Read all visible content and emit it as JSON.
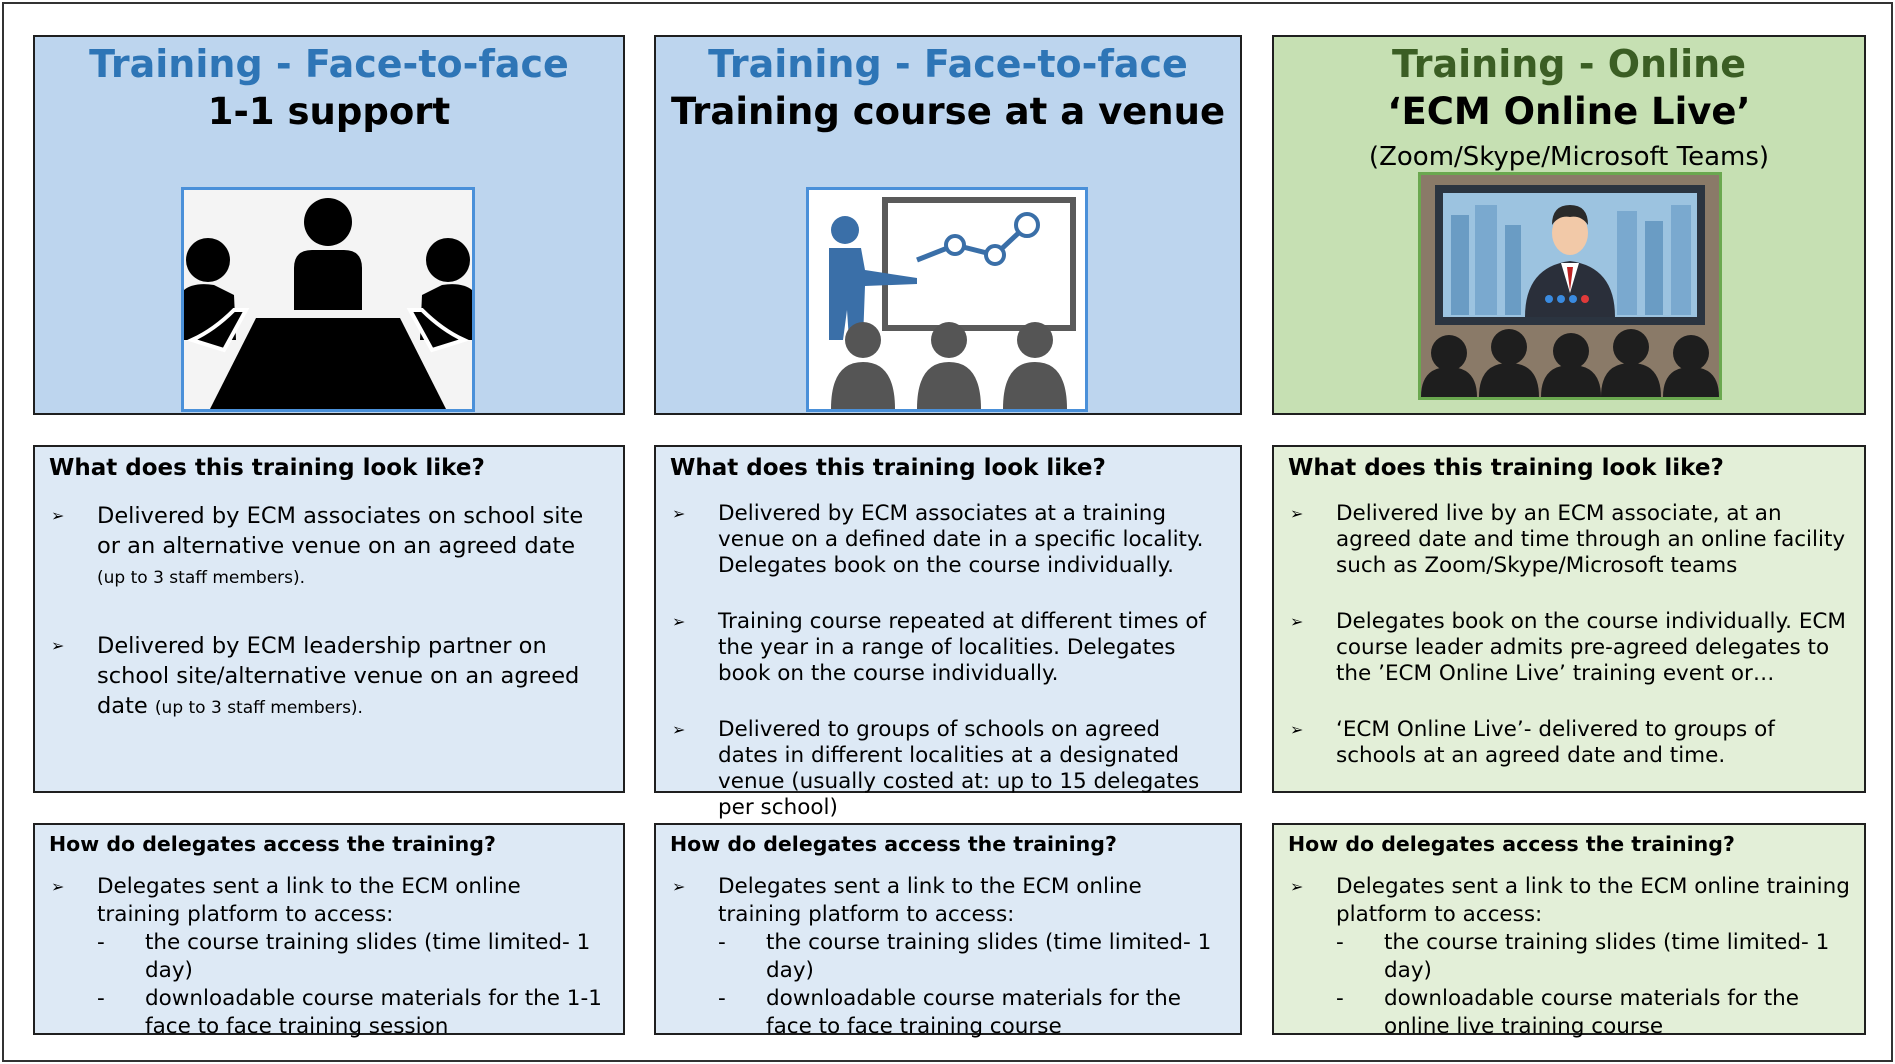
{
  "columns": [
    {
      "title": "Training - Face-to-face",
      "subtitle": "1-1 support",
      "image_icon": "meeting-table-icon",
      "section1_heading": "What does this training look like?",
      "section1_items": [
        {
          "text": "Delivered by ECM associates on school site or an alternative venue on an agreed date",
          "small": "(up to 3 staff members)."
        },
        {
          "text": "Delivered by ECM leadership partner on school site/alternative venue on an agreed date",
          "small": "(up to 3 staff members)."
        }
      ],
      "section2_heading": "How do delegates access the training?",
      "section2_intro": "Delegates sent a link to the ECM online training platform to access:",
      "section2_subitems": [
        "the course training slides (time limited- 1 day)",
        "downloadable course materials for the 1-1 face to face training session"
      ]
    },
    {
      "title": "Training - Face-to-face",
      "subtitle": "Training course at a venue",
      "image_icon": "presenter-chart-icon",
      "section1_heading": "What does this training look like?",
      "section1_items": [
        {
          "text": "Delivered by ECM associates at a training venue on a defined date in a specific locality. Delegates book on the course individually."
        },
        {
          "text": "Training course repeated at different times of the year in a range of localities.  Delegates book on the course individually."
        },
        {
          "text": "Delivered to groups of schools on agreed dates in different localities at a designated venue (usually costed at: up to 15 delegates per school)"
        }
      ],
      "section2_heading": "How do delegates access the training?",
      "section2_intro": "Delegates sent a link to the ECM online training platform to access:",
      "section2_subitems": [
        "the course training slides (time limited- 1 day)",
        "downloadable course materials for the face to face training course"
      ]
    },
    {
      "title": "Training - Online",
      "subtitle": "‘ECM Online Live’",
      "note": "(Zoom/Skype/Microsoft Teams)",
      "image_icon": "video-conference-icon",
      "section1_heading": "What does this training look like?",
      "section1_items": [
        {
          "text": "Delivered live by an ECM associate, at an agreed date and time through an online facility such as Zoom/Skype/Microsoft teams"
        },
        {
          "text": "Delegates book on the course individually. ECM course leader admits pre-agreed delegates to the ’ECM Online Live’ training event or…"
        },
        {
          "text": "‘ECM Online Live’- delivered to groups of schools at an agreed date and time."
        }
      ],
      "section2_heading": "How do delegates access the training?",
      "section2_intro": "Delegates sent a link to the ECM online training platform to access:",
      "section2_subitems": [
        "the course training slides (time limited- 1 day)",
        "downloadable course materials for the online live training course"
      ]
    }
  ],
  "colors": {
    "blue_header_bg": "#bdd5ee",
    "green_header_bg": "#c6e0b3",
    "blue_title": "#2e75b6",
    "green_title": "#3b5e24"
  }
}
